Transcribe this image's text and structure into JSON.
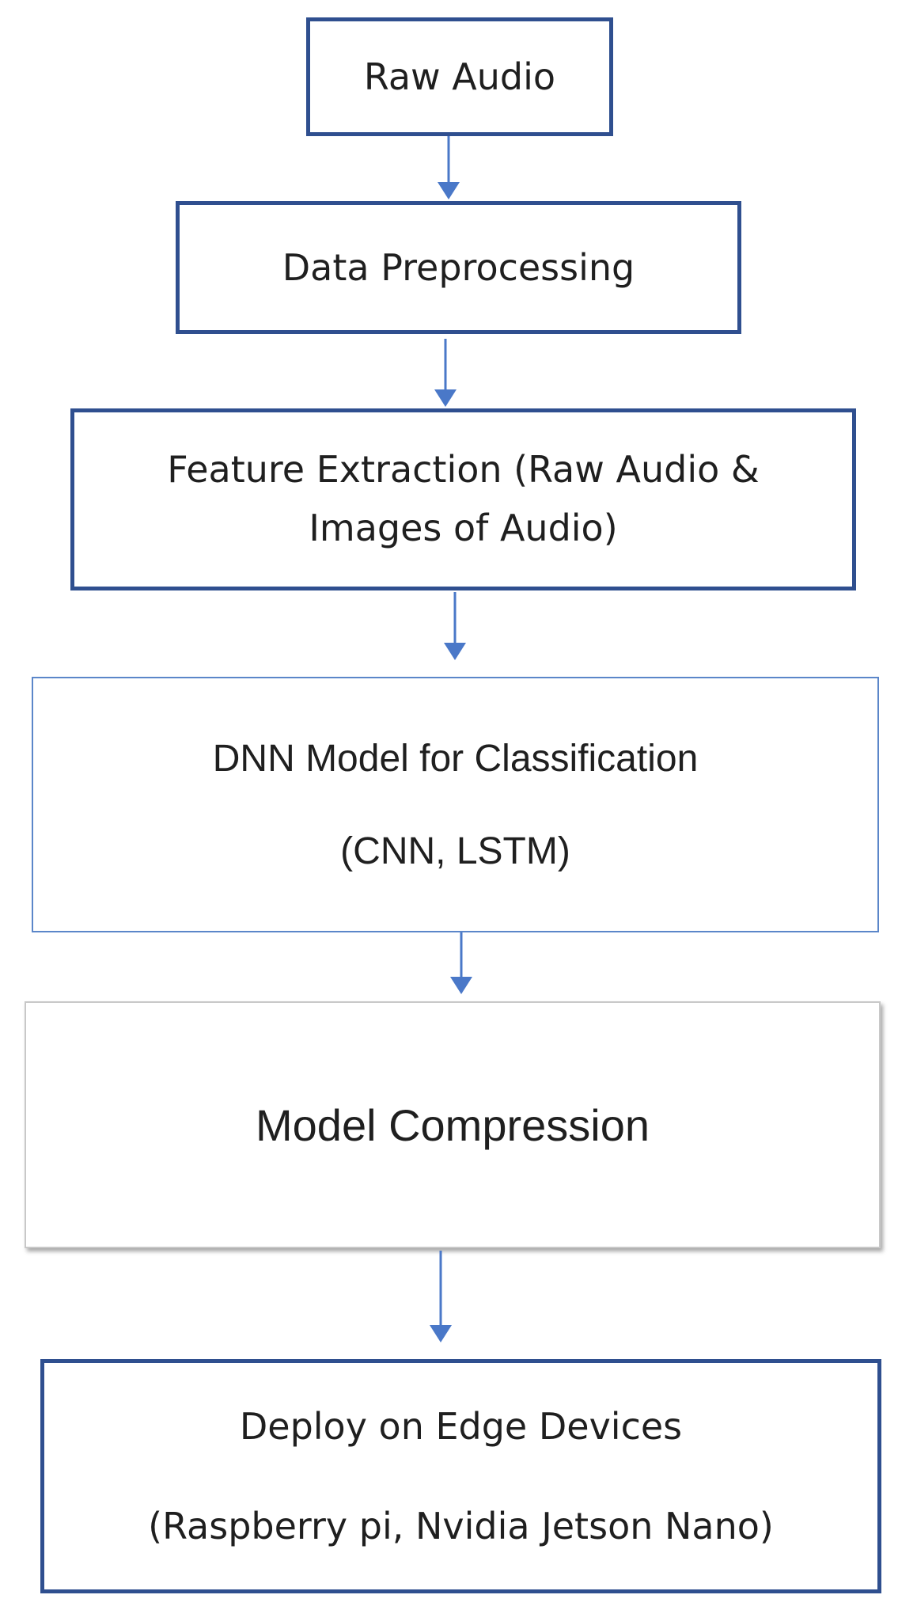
{
  "diagram": {
    "nodes": [
      {
        "id": "raw-audio",
        "lines": [
          "Raw Audio"
        ]
      },
      {
        "id": "data-preprocessing",
        "lines": [
          "Data Preprocessing"
        ]
      },
      {
        "id": "feature-extraction",
        "lines": [
          "Feature Extraction (Raw Audio &",
          "Images of Audio)"
        ]
      },
      {
        "id": "dnn-model",
        "lines": [
          "DNN Model for Classification",
          "(CNN, LSTM)"
        ]
      },
      {
        "id": "model-compression",
        "lines": [
          "Model Compression"
        ]
      },
      {
        "id": "deploy-edge",
        "lines": [
          "Deploy on Edge Devices",
          "(Raspberry pi, Nvidia Jetson Nano)"
        ]
      }
    ],
    "edges": [
      {
        "from": "raw-audio",
        "to": "data-preprocessing"
      },
      {
        "from": "data-preprocessing",
        "to": "feature-extraction"
      },
      {
        "from": "feature-extraction",
        "to": "dnn-model"
      },
      {
        "from": "dnn-model",
        "to": "model-compression"
      },
      {
        "from": "model-compression",
        "to": "deploy-edge"
      }
    ],
    "colors": {
      "arrow": "#4a78c8",
      "box_border_dark": "#2f4f8f",
      "box_border_light": "#5b86c9",
      "text": "#1f1f1f"
    }
  }
}
